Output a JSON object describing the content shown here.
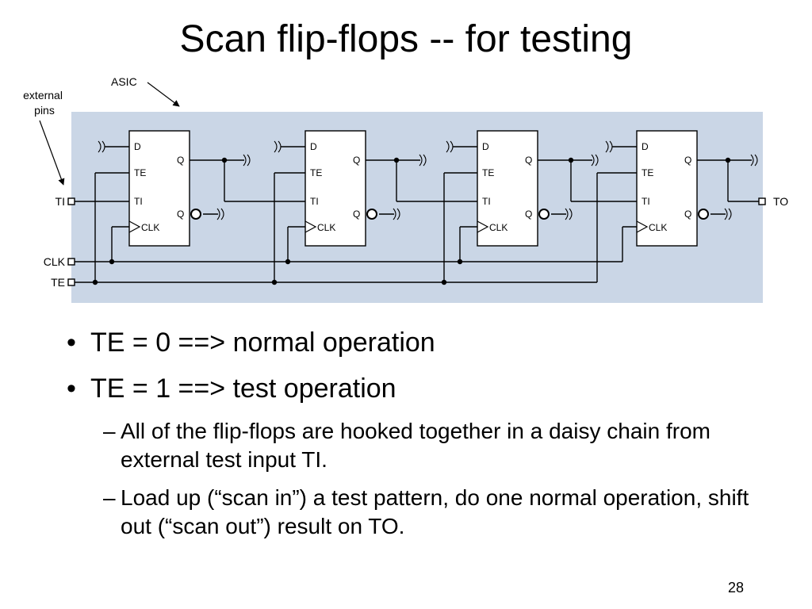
{
  "slide": {
    "title": "Scan flip-flops -- for testing",
    "number": "28"
  },
  "diagram": {
    "asic_label": "ASIC",
    "external_pins_label": [
      "external",
      "pins"
    ],
    "pins": {
      "ti": "TI",
      "clk": "CLK",
      "te": "TE",
      "to": "TO"
    },
    "flipflop_ports": {
      "d": "D",
      "te": "TE",
      "ti": "TI",
      "clk": "CLK",
      "q": "Q",
      "qbar": "Q"
    },
    "flipflop_count": 4,
    "colors": {
      "asic_background": "#cad6e6",
      "block_fill": "#ffffff",
      "wire": "#000000"
    }
  },
  "bullets": [
    {
      "text": "TE = 0 ==> normal operation",
      "children": []
    },
    {
      "text": "TE = 1 ==> test operation",
      "children": [
        "All of the flip-flops are hooked together in a daisy chain from external test input TI.",
        "Load up (“scan in”) a test pattern, do one normal operation, shift out (“scan out”) result on TO."
      ]
    }
  ]
}
